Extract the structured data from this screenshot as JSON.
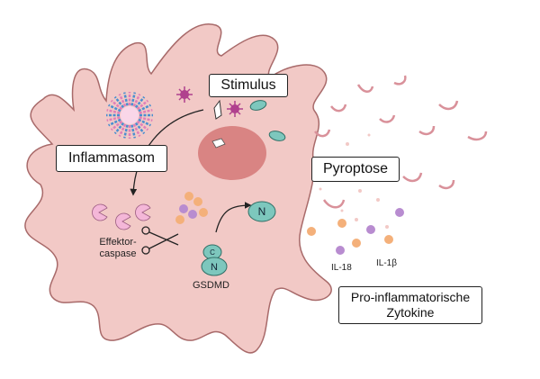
{
  "labels": {
    "stimulus": "Stimulus",
    "inflammasom": "Inflammasom",
    "pyroptose": "Pyroptose",
    "zytokine_line1": "Pro-inflammatorische",
    "zytokine_line2": "Zytokine",
    "effektor_line1": "Effektor-",
    "effektor_line2": "caspase",
    "gsdmd": "GSDMD",
    "gsdmd_n": "N",
    "gsdmd_c": "C",
    "released_n": "N",
    "il18": "IL-18",
    "il1b": "IL-1β"
  },
  "colors": {
    "cell_fill": "#f2c9c6",
    "cell_stroke": "#a86a6a",
    "nucleus": "#d98483",
    "gsdmd_fill": "#7dc7bd",
    "caspase_fill": "#f4b7d8",
    "il18_color": "#b88cd0",
    "il1b_color": "#f4b07a",
    "inflammasome_blue": "#4a8fd0",
    "inflammasome_pink": "#e07fb8",
    "pathogen": "#b0408e"
  }
}
